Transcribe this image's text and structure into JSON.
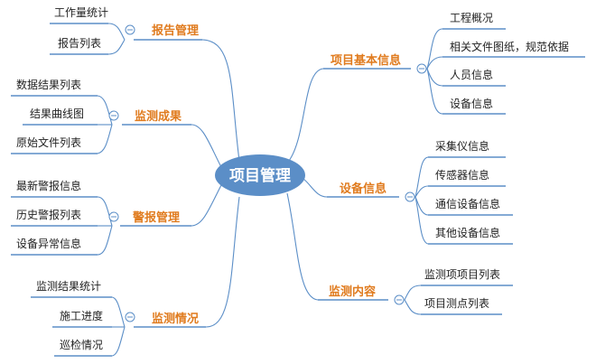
{
  "colors": {
    "line": "#5b8ec7",
    "center": "#5b8ec7",
    "branch_text": "#e07b1e",
    "leaf_text": "#222222"
  },
  "center": {
    "label": "项目管理"
  },
  "branches": [
    {
      "label": "项目基本信息",
      "items": [
        "工程概况",
        "相关文件图纸，规范依据",
        "人员信息",
        "设备信息"
      ]
    },
    {
      "label": "设备信息",
      "items": [
        "采集仪信息",
        "传感器信息",
        "通信设备信息",
        "其他设备信息"
      ]
    },
    {
      "label": "监测内容",
      "items": [
        "监测项项目列表",
        "项目测点列表"
      ]
    },
    {
      "label": "报告管理",
      "items": [
        "工作量统计",
        "报告列表"
      ]
    },
    {
      "label": "监测成果",
      "items": [
        "数据结果列表",
        "结果曲线图",
        "原始文件列表"
      ]
    },
    {
      "label": "警报管理",
      "items": [
        "最新警报信息",
        "历史警报列表",
        "设备异常信息"
      ]
    },
    {
      "label": "监测情况",
      "items": [
        "监测结果统计",
        "施工进度",
        "巡检情况"
      ]
    }
  ]
}
